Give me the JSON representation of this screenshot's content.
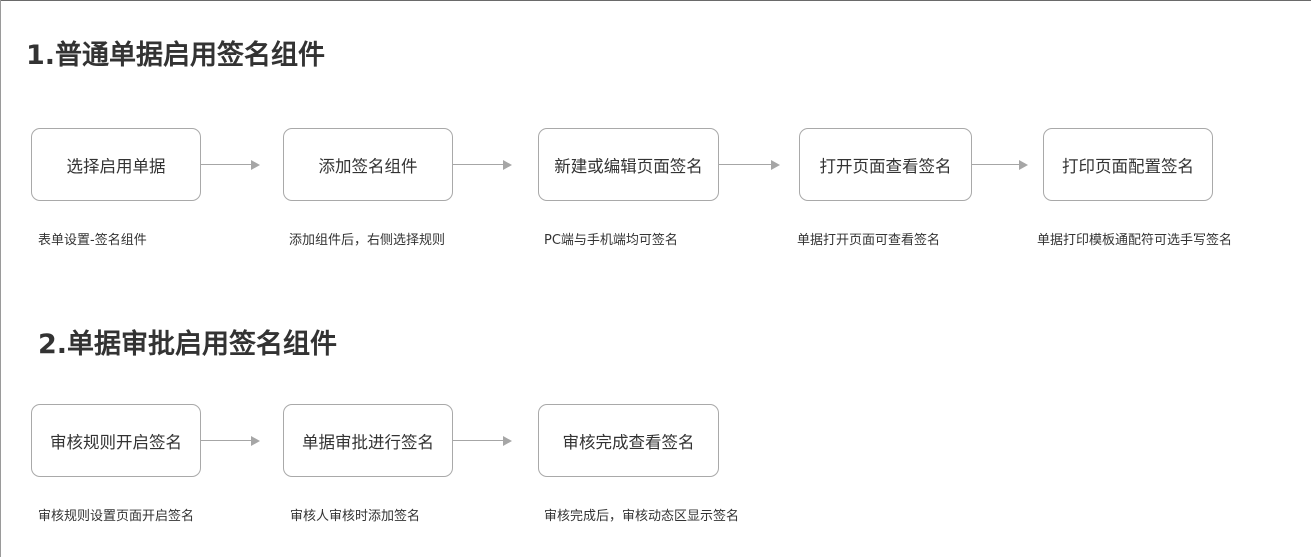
{
  "section1": {
    "title": "1.普通单据启用签名组件",
    "steps": [
      {
        "label": "选择启用单据",
        "note": "表单设置-签名组件"
      },
      {
        "label": "添加签名组件",
        "note": "添加组件后，右侧选择规则"
      },
      {
        "label": "新建或编辑页面签名",
        "note": "PC端与手机端均可签名"
      },
      {
        "label": "打开页面查看签名",
        "note": "单据打开页面可查看签名"
      },
      {
        "label": "打印页面配置签名",
        "note": "单据打印模板通配符可选手写签名"
      }
    ]
  },
  "section2": {
    "title": "2.单据审批启用签名组件",
    "steps": [
      {
        "label": "审核规则开启签名",
        "note": "审核规则设置页面开启签名"
      },
      {
        "label": "单据审批进行签名",
        "note": "审核人审核时添加签名"
      },
      {
        "label": "审核完成查看签名",
        "note": "审核完成后，审核动态区显示签名"
      }
    ]
  },
  "colors": {
    "node_border": "#a9a9a9",
    "arrow": "#a6a6a6",
    "text": "#333333"
  }
}
